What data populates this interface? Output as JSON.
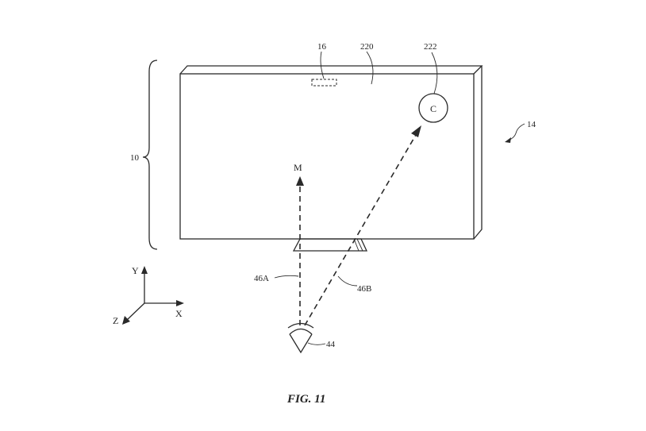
{
  "labels": {
    "system": "10",
    "device": "14",
    "sensor": "16",
    "display": "220",
    "content": "222",
    "content_letter": "C",
    "direction_m": "M",
    "ray_a": "46A",
    "ray_b": "46B",
    "viewer": "44"
  },
  "axes": {
    "x": "X",
    "y": "Y",
    "z": "Z"
  },
  "caption": "FIG. 11"
}
